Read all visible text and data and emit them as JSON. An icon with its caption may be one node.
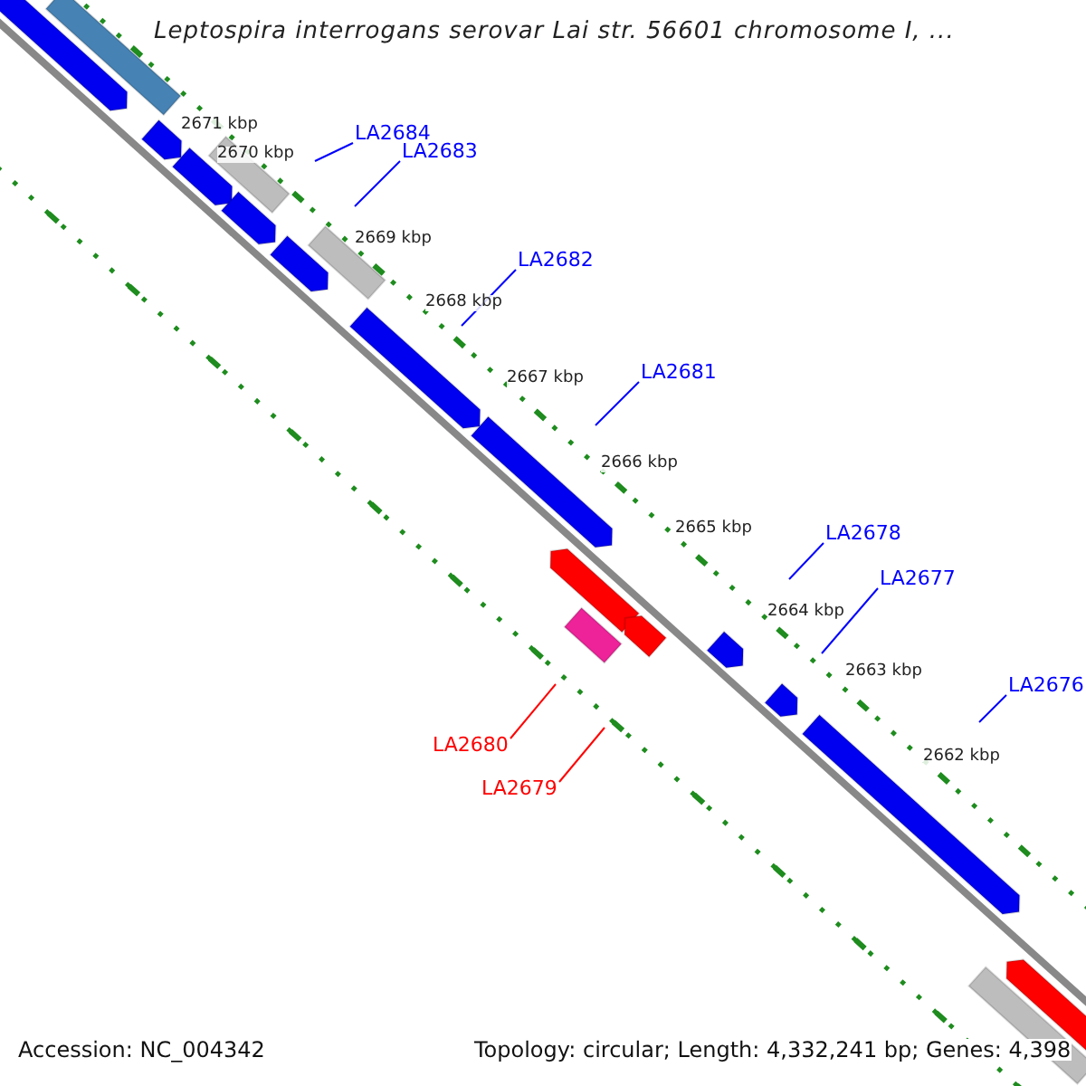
{
  "diagram": {
    "title": "Leptospira interrogans serovar Lai str. 56601 chromosome I, ...",
    "nodes": [
      {
        "text": [
          "LA2684"
        ]
      },
      {
        "text": [
          "LA2683"
        ]
      },
      {
        "text": [
          "LA2682"
        ]
      },
      {
        "text": [
          "LA2681"
        ]
      },
      {
        "text": [
          "LA2678"
        ]
      },
      {
        "text": [
          "LA2677"
        ]
      },
      {
        "text": [
          "LA2676"
        ]
      },
      {
        "text": [
          "LA2680"
        ]
      },
      {
        "text": [
          "LA2679"
        ]
      }
    ],
    "edges": [
      {
        "from": 0,
        "to": null,
        "arrow": "none"
      },
      {
        "from": 1,
        "to": null,
        "arrow": "none"
      },
      {
        "from": 2,
        "to": null,
        "arrow": "none"
      },
      {
        "from": 3,
        "to": null,
        "arrow": "none"
      },
      {
        "from": 4,
        "to": null,
        "arrow": "none"
      },
      {
        "from": 5,
        "to": null,
        "arrow": "none"
      },
      {
        "from": 6,
        "to": null,
        "arrow": "none"
      },
      {
        "from": 7,
        "to": null,
        "arrow": "none",
        "color": "#ff0000"
      },
      {
        "from": 8,
        "to": null,
        "arrow": "none",
        "color": "#ff0000"
      }
    ],
    "labels": [
      "2671 kbp",
      "2670 kbp",
      "2669 kbp",
      "2668 kbp",
      "2667 kbp",
      "2666 kbp",
      "2665 kbp",
      "2664 kbp",
      "2663 kbp",
      "2662 kbp",
      "Accession: NC_004342",
      "Topology: circular; Length: 4,332,241 bp; Genes: 4,398"
    ]
  }
}
